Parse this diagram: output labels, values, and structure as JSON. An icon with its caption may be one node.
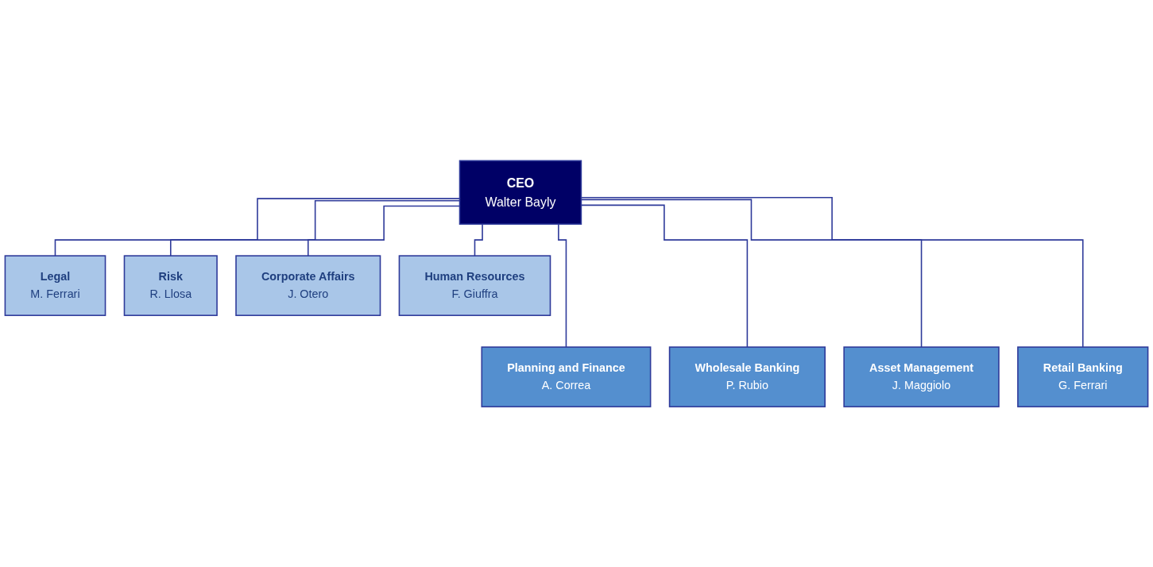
{
  "diagram": {
    "nodes": [
      {
        "text": [
          "CEO",
          "Walter Bayly"
        ]
      },
      {
        "text": [
          "Legal",
          "M. Ferrari"
        ]
      },
      {
        "text": [
          "Risk",
          "R. Llosa"
        ]
      },
      {
        "text": [
          "Corporate Affairs",
          "J. Otero"
        ]
      },
      {
        "text": [
          "Human Resources",
          "F. Giuffra"
        ]
      },
      {
        "text": [
          "Planning and Finance",
          "A. Correa"
        ]
      },
      {
        "text": [
          "Wholesale Banking",
          "P. Rubio"
        ]
      },
      {
        "text": [
          "Asset Management",
          "J. Maggiolo"
        ]
      },
      {
        "text": [
          "Retail Banking",
          "G. Ferrari"
        ]
      }
    ],
    "edges": [
      {
        "from": 0,
        "to": 1,
        "arrow": "none"
      },
      {
        "from": 0,
        "to": 2,
        "arrow": "none"
      },
      {
        "from": 0,
        "to": 3,
        "arrow": "none"
      },
      {
        "from": 0,
        "to": 4,
        "arrow": "none"
      },
      {
        "from": 0,
        "to": 5,
        "arrow": "none"
      },
      {
        "from": 0,
        "to": 6,
        "arrow": "none"
      },
      {
        "from": 0,
        "to": 7,
        "arrow": "none"
      },
      {
        "from": 0,
        "to": 8,
        "arrow": "none"
      }
    ]
  }
}
